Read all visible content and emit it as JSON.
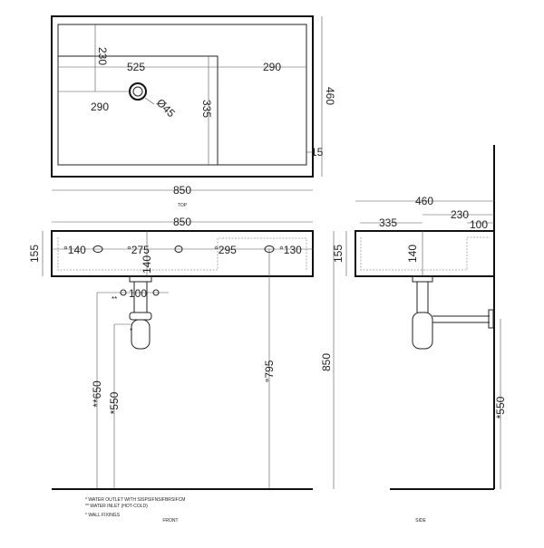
{
  "top_view": {
    "label": "TOP",
    "dims": {
      "width": "850",
      "depth": "460",
      "rim": "15",
      "drain_offset_y": "230",
      "basin_width": "525",
      "shelf_width": "290",
      "drain_offset_x": "290",
      "basin_depth": "335",
      "drain_diameter": "Ø45"
    }
  },
  "front_view": {
    "label": "FRONT",
    "dims": {
      "width": "850",
      "height": "155",
      "hole1": "°140",
      "hole2": "°275",
      "hole3": "°295",
      "hole4": "°130",
      "drain_depth": "140",
      "inlet_spacing": "100",
      "inlet_height": "**650",
      "outlet_height": "*550",
      "fixing_height": "°795",
      "total_height": "850",
      "inlet_marker": "**",
      "outlet_marker": "*"
    }
  },
  "side_view": {
    "label": "SIDE",
    "dims": {
      "depth": "460",
      "basin": "335",
      "shelf": "230",
      "offset": "100",
      "height": "155",
      "drain_depth": "140",
      "outlet_height": "*550"
    }
  },
  "notes": [
    "*  WATER OUTLET WITH SISPSIFNSIFBRSIFCM",
    "** WATER INLET  (HOT-COLD)",
    "° WALL FIXINGS"
  ]
}
